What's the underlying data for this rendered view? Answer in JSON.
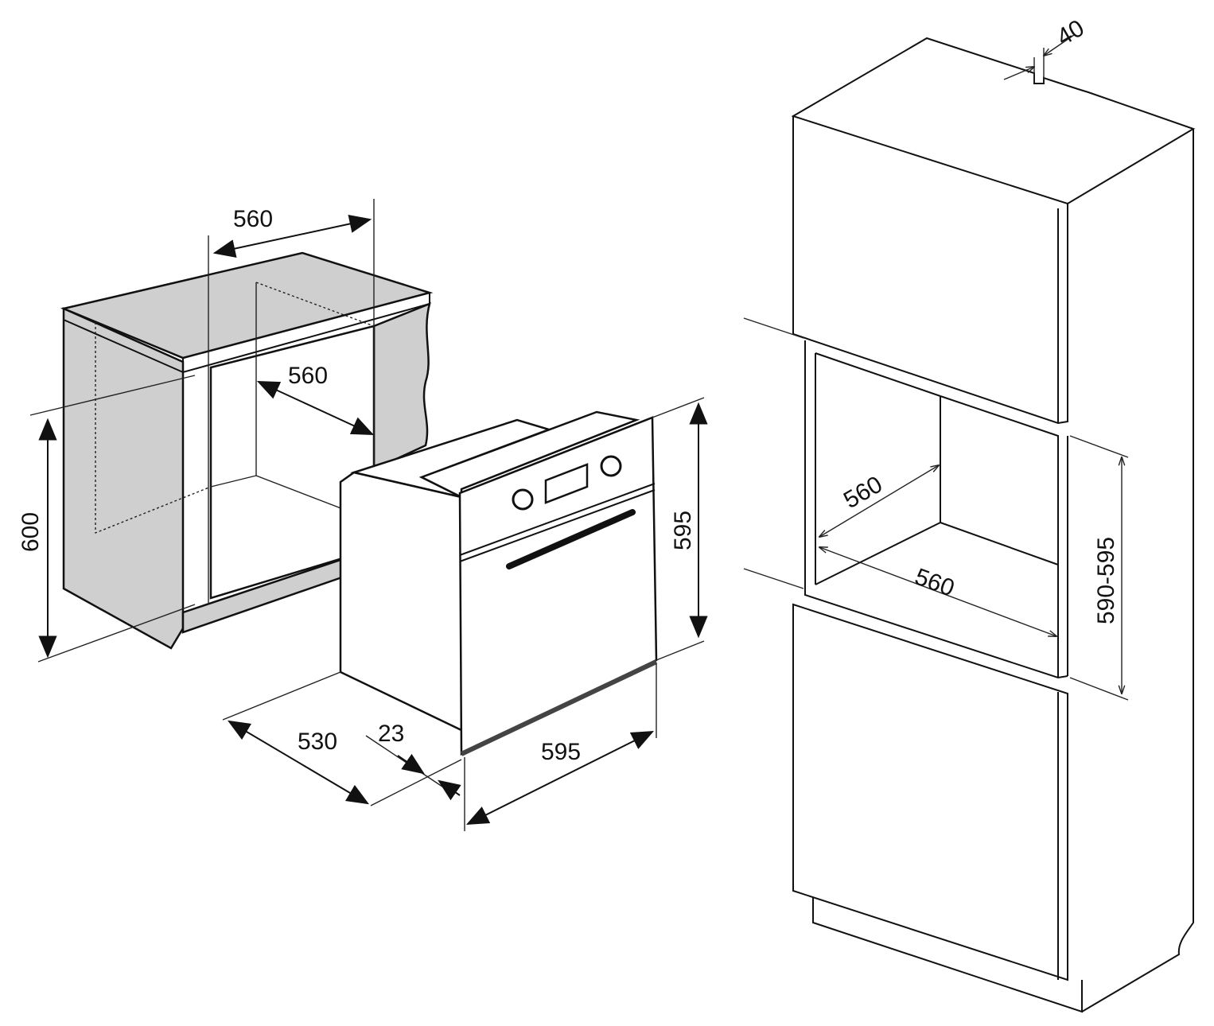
{
  "left_diagram": {
    "cabinet_width_top": "560",
    "cabinet_depth": "560",
    "cabinet_height": "600",
    "oven_height": "595",
    "oven_width": "595",
    "oven_depth": "530",
    "front_panel_depth": "23"
  },
  "right_diagram": {
    "top_gap": "40",
    "niche_depth": "560",
    "niche_width": "560",
    "niche_height": "590-595"
  }
}
